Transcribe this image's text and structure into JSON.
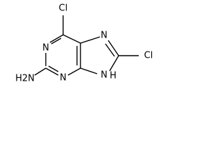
{
  "molecule": {
    "atoms": {
      "cl_top": "Cl",
      "cl_right": "Cl",
      "n1": "N",
      "n3": "N",
      "n7": "N",
      "n9_h": "N",
      "h9": "H",
      "nh2": "H2N"
    }
  },
  "colors": {
    "bond": "#000000",
    "text": "#000000",
    "background": "#ffffff"
  }
}
